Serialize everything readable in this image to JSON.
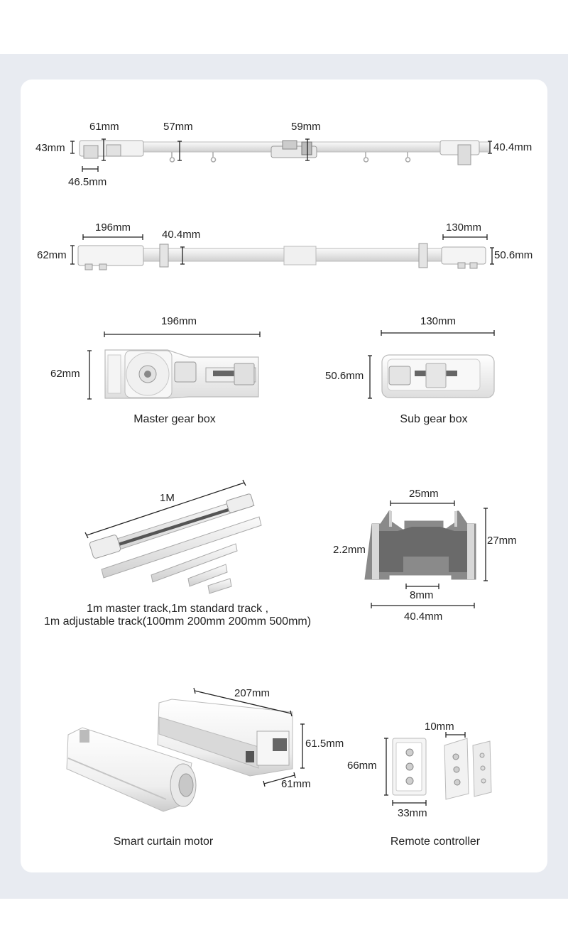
{
  "section1": {
    "dim_43": "43mm",
    "dim_61": "61mm",
    "dim_46_5": "46.5mm",
    "dim_57": "57mm",
    "dim_59": "59mm",
    "dim_40_4": "40.4mm"
  },
  "section2": {
    "dim_62": "62mm",
    "dim_196": "196mm",
    "dim_40_4": "40.4mm",
    "dim_130": "130mm",
    "dim_50_6": "50.6mm"
  },
  "master_gear_box": {
    "width": "196mm",
    "height": "62mm",
    "caption": "Master gear box"
  },
  "sub_gear_box": {
    "width": "130mm",
    "height": "50.6mm",
    "caption": "Sub gear box"
  },
  "track_set": {
    "length": "1M",
    "caption_line1": "1m master track,1m standard track ,",
    "caption_line2": "1m adjustable track(100mm 200mm 200mm 500mm)"
  },
  "track_profile": {
    "top": "25mm",
    "height": "27mm",
    "wall": "2.2mm",
    "slot": "8mm",
    "width": "40.4mm"
  },
  "motor": {
    "length": "207mm",
    "height": "61.5mm",
    "depth": "61mm",
    "caption": "Smart curtain motor"
  },
  "remote": {
    "thickness": "10mm",
    "height": "66mm",
    "width": "33mm",
    "caption": "Remote controller"
  }
}
